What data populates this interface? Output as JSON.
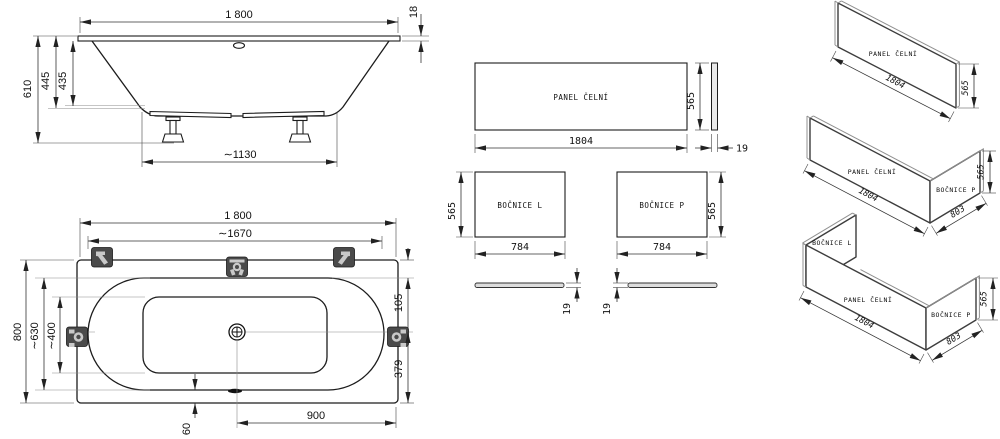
{
  "drawing": {
    "side_view": {
      "total_width": "1 800",
      "rim_thickness": "18",
      "total_height": "610",
      "shell_height": "445",
      "inner_depth": "435",
      "feet_span": "∼1130"
    },
    "top_view": {
      "length": "1 800",
      "inner_length": "∼1670",
      "width": "800",
      "inner_width": "∼630",
      "bottom_width": "∼400",
      "rim_offset": "105",
      "center_to_edge": "379",
      "drain_to_end": "900",
      "overflow_offset": "60"
    },
    "panels": {
      "front": {
        "name": "PANEL ČELNÍ",
        "length": "1804",
        "height": "565",
        "thickness": "19"
      },
      "left": {
        "name": "BOČNICE L",
        "length": "784",
        "height": "565",
        "thickness": "19"
      },
      "right": {
        "name": "BOČNICE P",
        "length": "784",
        "height": "565",
        "thickness": "19"
      }
    },
    "iso": {
      "v1": {
        "front": "PANEL ČELNÍ",
        "length": "1804",
        "height": "565"
      },
      "v2": {
        "front": "PANEL ČELNÍ",
        "side": "BOČNICE P",
        "length": "1804",
        "depth": "803",
        "height": "565"
      },
      "v3": {
        "left": "BOČNICE L",
        "front": "PANEL ČELNÍ",
        "side": "BOČNICE P",
        "length": "1804",
        "depth": "803",
        "height": "565"
      }
    }
  }
}
